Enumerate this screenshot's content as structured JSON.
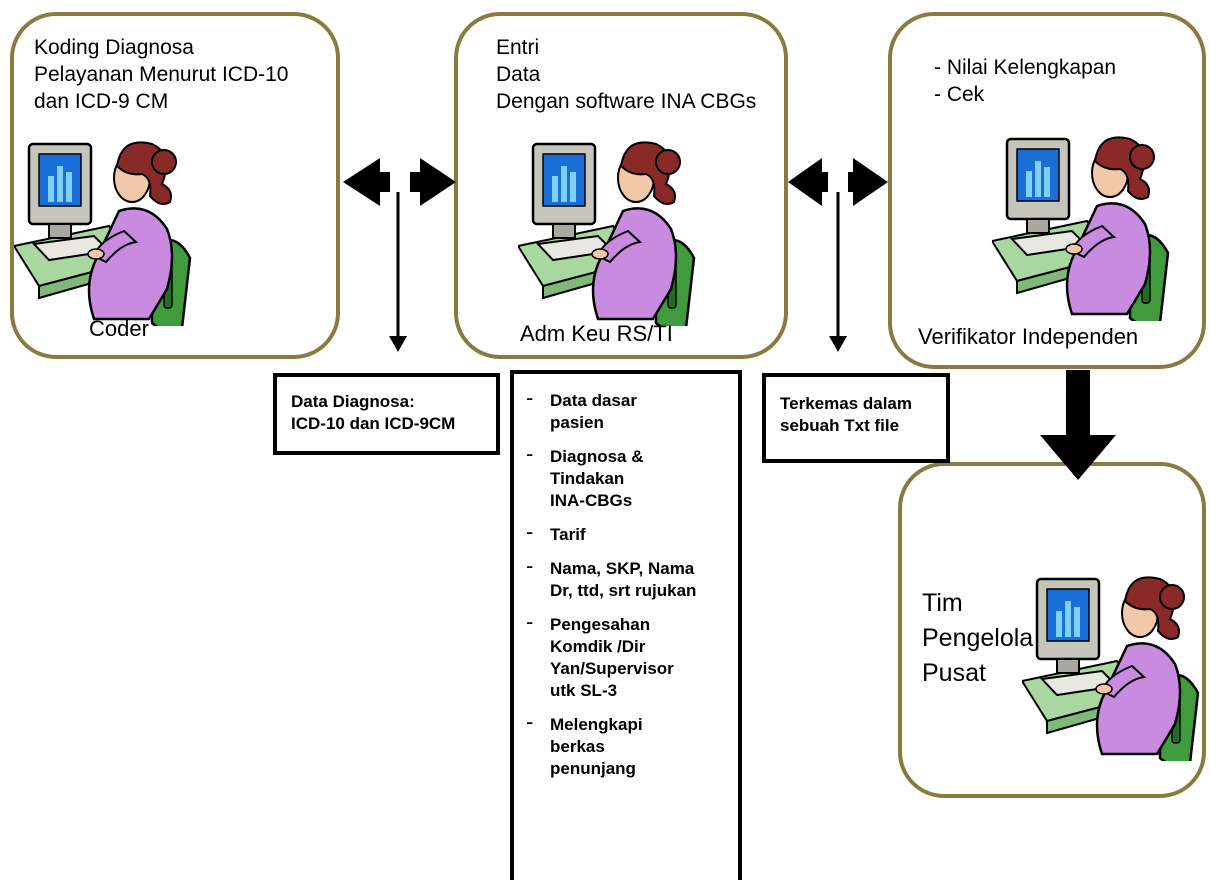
{
  "nodes": {
    "coder": {
      "lines": [
        "Koding Diagnosa",
        "Pelayanan Menurut ICD-10",
        "dan ICD-9 CM"
      ],
      "role": "Coder"
    },
    "admin": {
      "lines": [
        "Entri",
        "Data",
        "Dengan software INA CBGs"
      ],
      "role": "Adm Keu RS/TI"
    },
    "verifier": {
      "lines": [
        "- Nilai Kelengkapan",
        "- Cek"
      ],
      "role": "Verifikator Independen"
    },
    "central": {
      "lines": [
        "Tim",
        "Pengelola",
        "Pusat"
      ]
    }
  },
  "boxes": {
    "diagnosis": {
      "lines": [
        "Data Diagnosa:",
        "ICD-10 dan ICD-9CM"
      ]
    },
    "entries": {
      "items": [
        "Data dasar\npasien",
        "Diagnosa &\nTindakan\nINA-CBGs",
        "Tarif",
        "Nama, SKP, Nama\nDr, ttd, srt rujukan",
        "Pengesahan\nKomdik /Dir\nYan/Supervisor\nutk SL-3",
        "Melengkapi\nberkas\npenunjang"
      ]
    },
    "export": {
      "lines": [
        "Terkemas dalam",
        "sebuah Txt file"
      ]
    }
  },
  "colors": {
    "node_border": "#8b7a40",
    "box_border": "#000000",
    "monitor": "#c5c5bb",
    "screen": "#1a6fd6",
    "blouse": "#c98be0",
    "hair": "#8a2a28",
    "skin": "#f2c9a8",
    "chair": "#3f9b3b",
    "desk": "#a8d8a0"
  }
}
